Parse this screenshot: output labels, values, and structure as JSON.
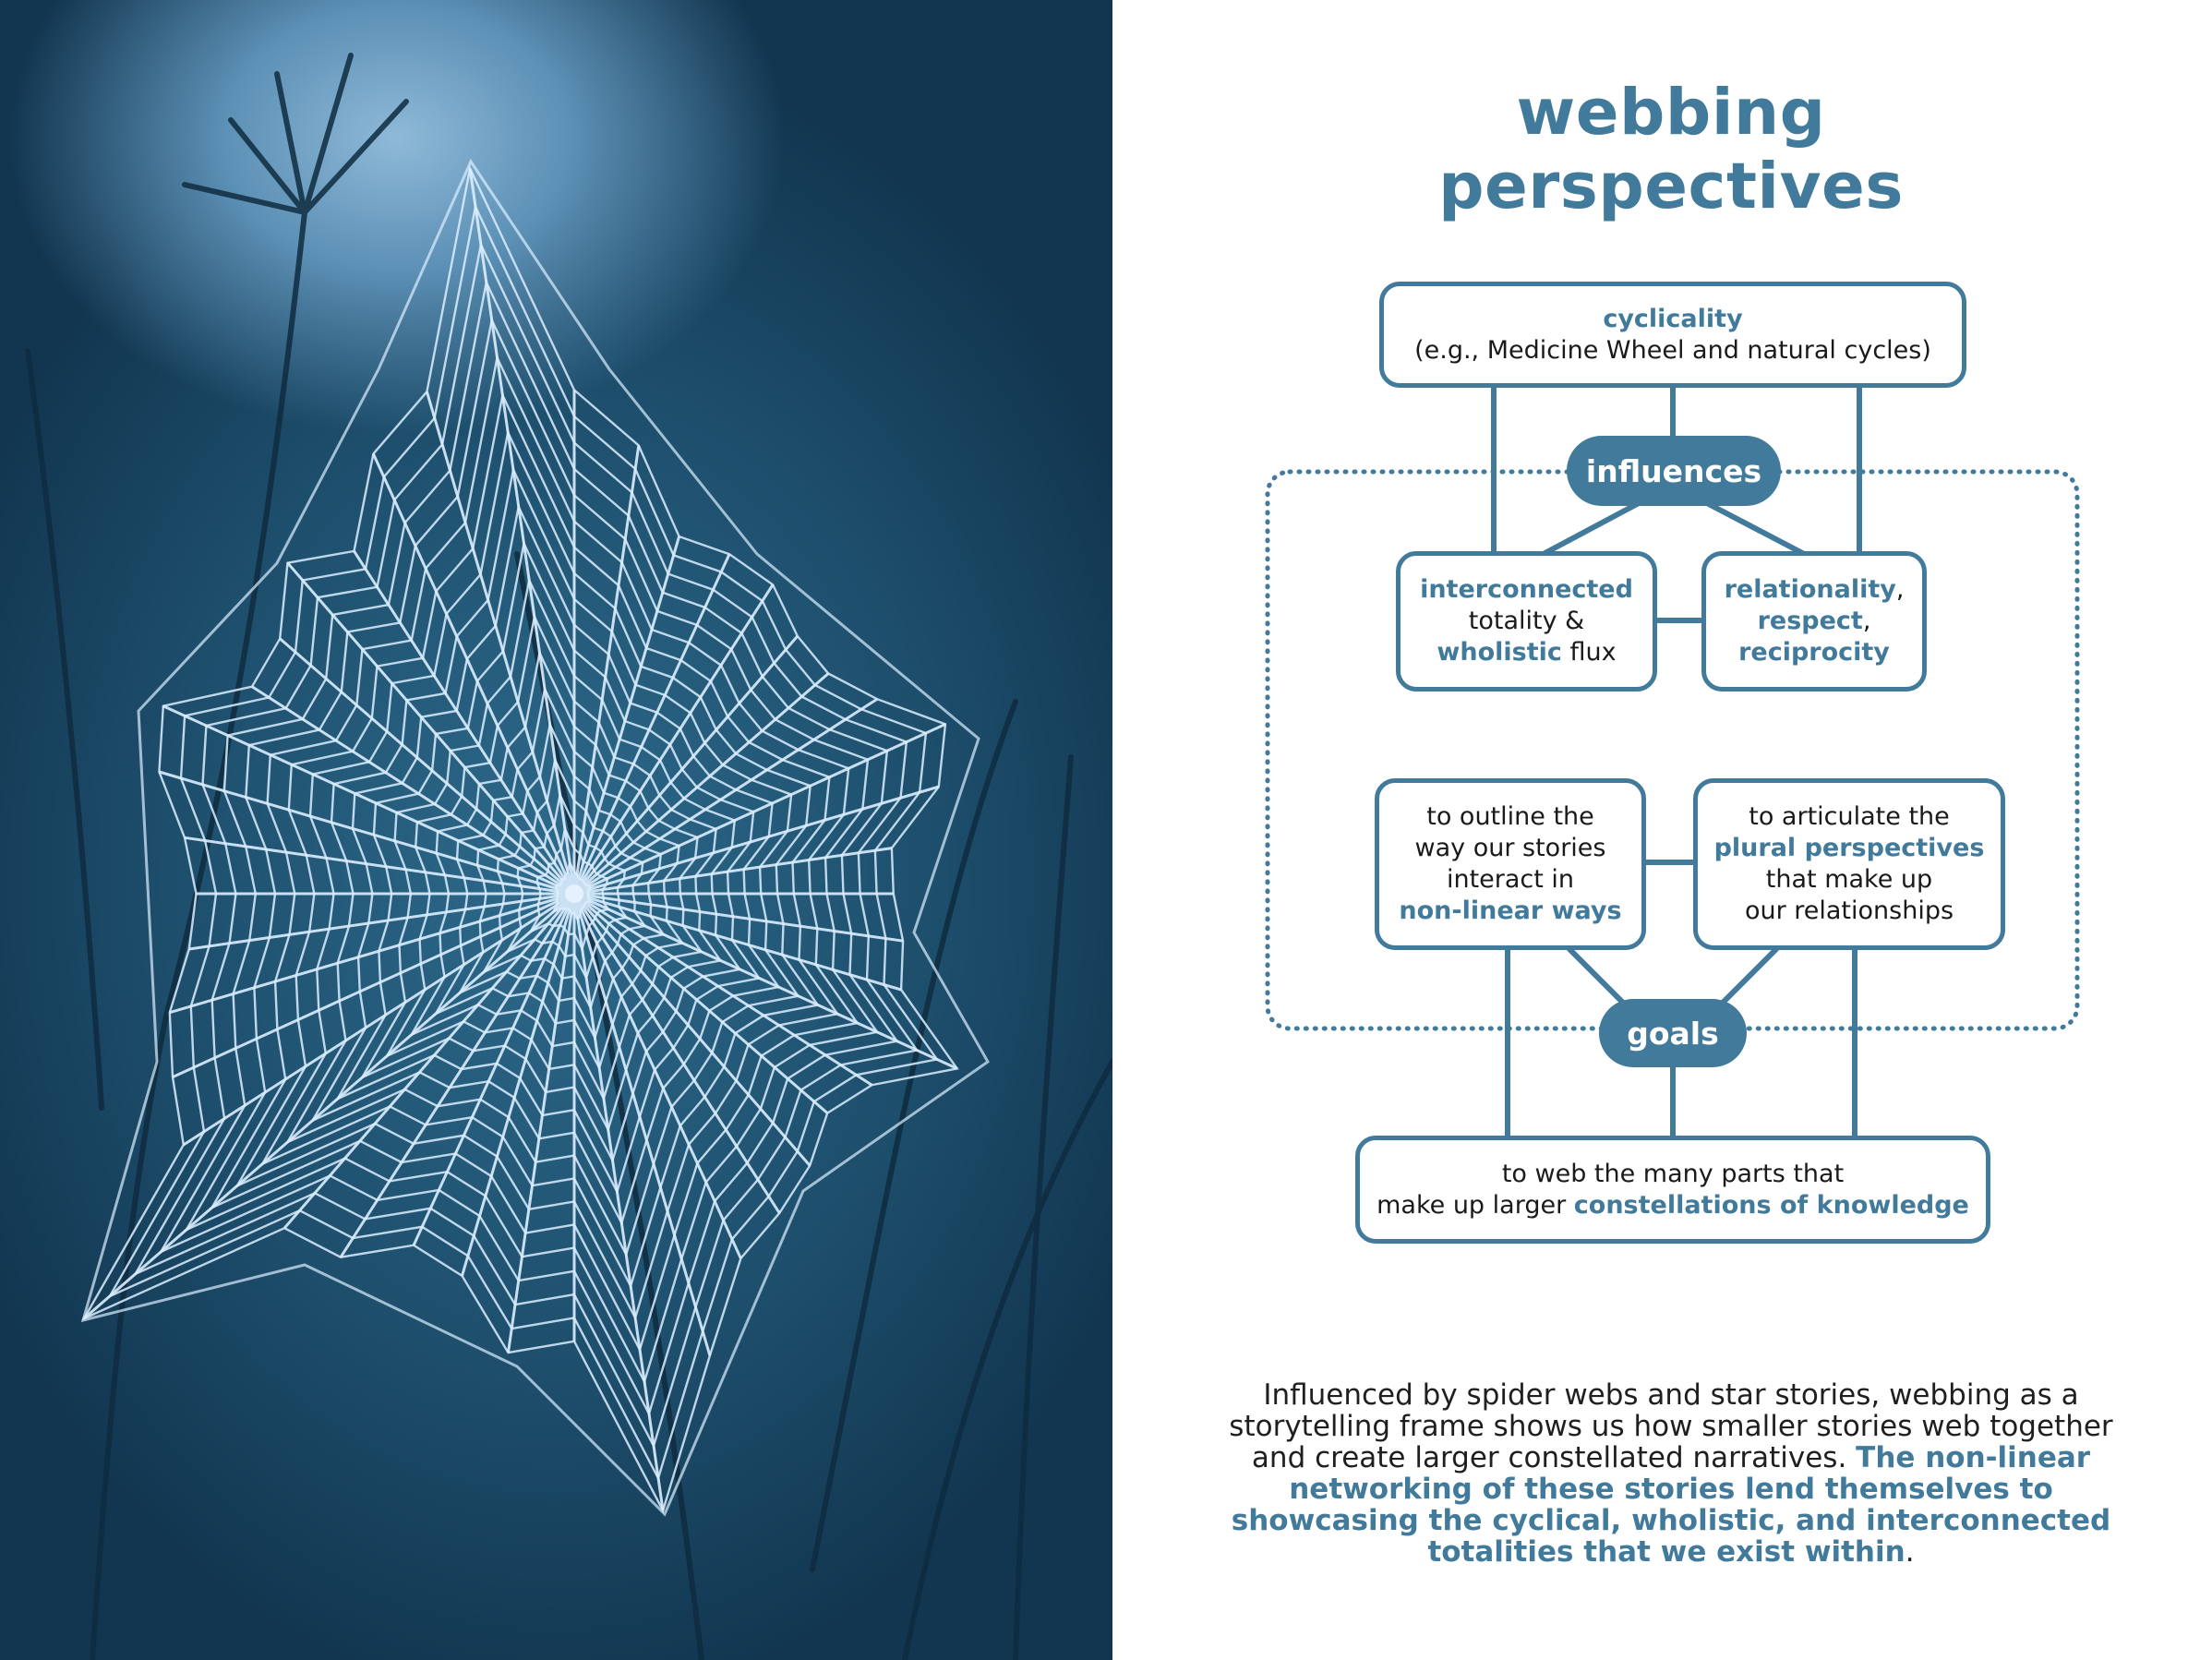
{
  "title": "webbing perspectives",
  "colors": {
    "accent": "#417a9a",
    "photo_dark": "#1d4e6c",
    "web_strand": "#dcefff"
  },
  "diagram": {
    "cyclicality_box": {
      "heading": "cyclicality",
      "detail": "(e.g., Medicine Wheel and natural cycles)"
    },
    "influences_label": "influences",
    "interconnected_box": {
      "bold1": "interconnected",
      "line2": "totality &",
      "bold3": "wholistic",
      "rest3": " flux"
    },
    "relationality_box": {
      "bold1": "relationality",
      "punct1": ",",
      "bold2": "respect",
      "punct2": ",",
      "bold3": "reciprocity"
    },
    "outline_box": {
      "line1": "to outline the",
      "line2": "way our stories",
      "line3": "interact in",
      "bold4": "non-linear ways"
    },
    "articulate_box": {
      "line1": "to articulate the",
      "bold2": "plural perspectives",
      "line3": "that make up",
      "line4": "our relationships"
    },
    "goals_label": "goals",
    "web_box": {
      "line1": "to web the many parts that",
      "line2_plain": "make up larger ",
      "line2_bold": "constellations of knowledge"
    }
  },
  "caption": {
    "plain": "Influenced by spider webs and star stories, webbing as a storytelling frame shows us how smaller stories web together and create larger constellated narratives. ",
    "bold": "The non-linear networking of these stories lend themselves to showcasing the cyclical, wholistic, and interconnected totalities that we exist within",
    "end": "."
  }
}
